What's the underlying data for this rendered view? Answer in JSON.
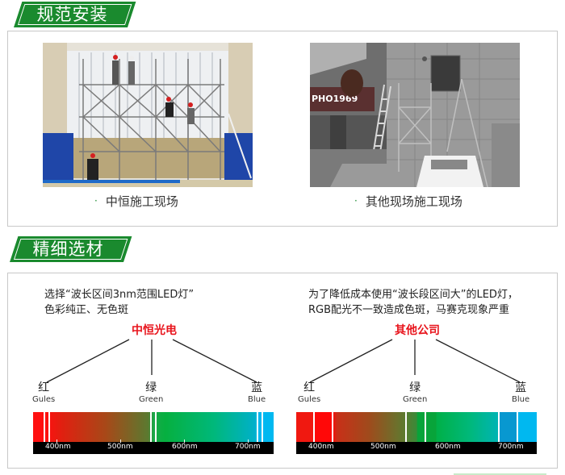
{
  "section1": {
    "title": "规范安装",
    "photos": [
      {
        "caption": "中恒施工现场",
        "alt": "installation-scaffolding-indoor"
      },
      {
        "caption": "其他现场施工现场",
        "alt": "installation-street-outdoor"
      }
    ],
    "bullet": "·"
  },
  "section2": {
    "title": "精细选材",
    "left": {
      "description_line1": "选择“波长区间3nm范围LED灯”",
      "description_line2": "色彩纯正、无色斑",
      "brand": "中恒光电"
    },
    "right": {
      "description_line1": "为了降低成本使用“波长段区间大”的LED灯，",
      "description_line2": "RGB配光不一致造成色斑，马赛克现象严重",
      "brand": "其他公司"
    },
    "rgb_labels": [
      {
        "cn": "红",
        "en": "Gules"
      },
      {
        "cn": "绿",
        "en": "Green"
      },
      {
        "cn": "蓝",
        "en": "Blue"
      }
    ],
    "spectrum_ticks": [
      "400nm",
      "500nm",
      "600nm",
      "700nm"
    ]
  },
  "colors": {
    "accent_green": "#1a8a2e",
    "brand_red": "#e8141c",
    "border_gray": "#c8c8c8"
  }
}
